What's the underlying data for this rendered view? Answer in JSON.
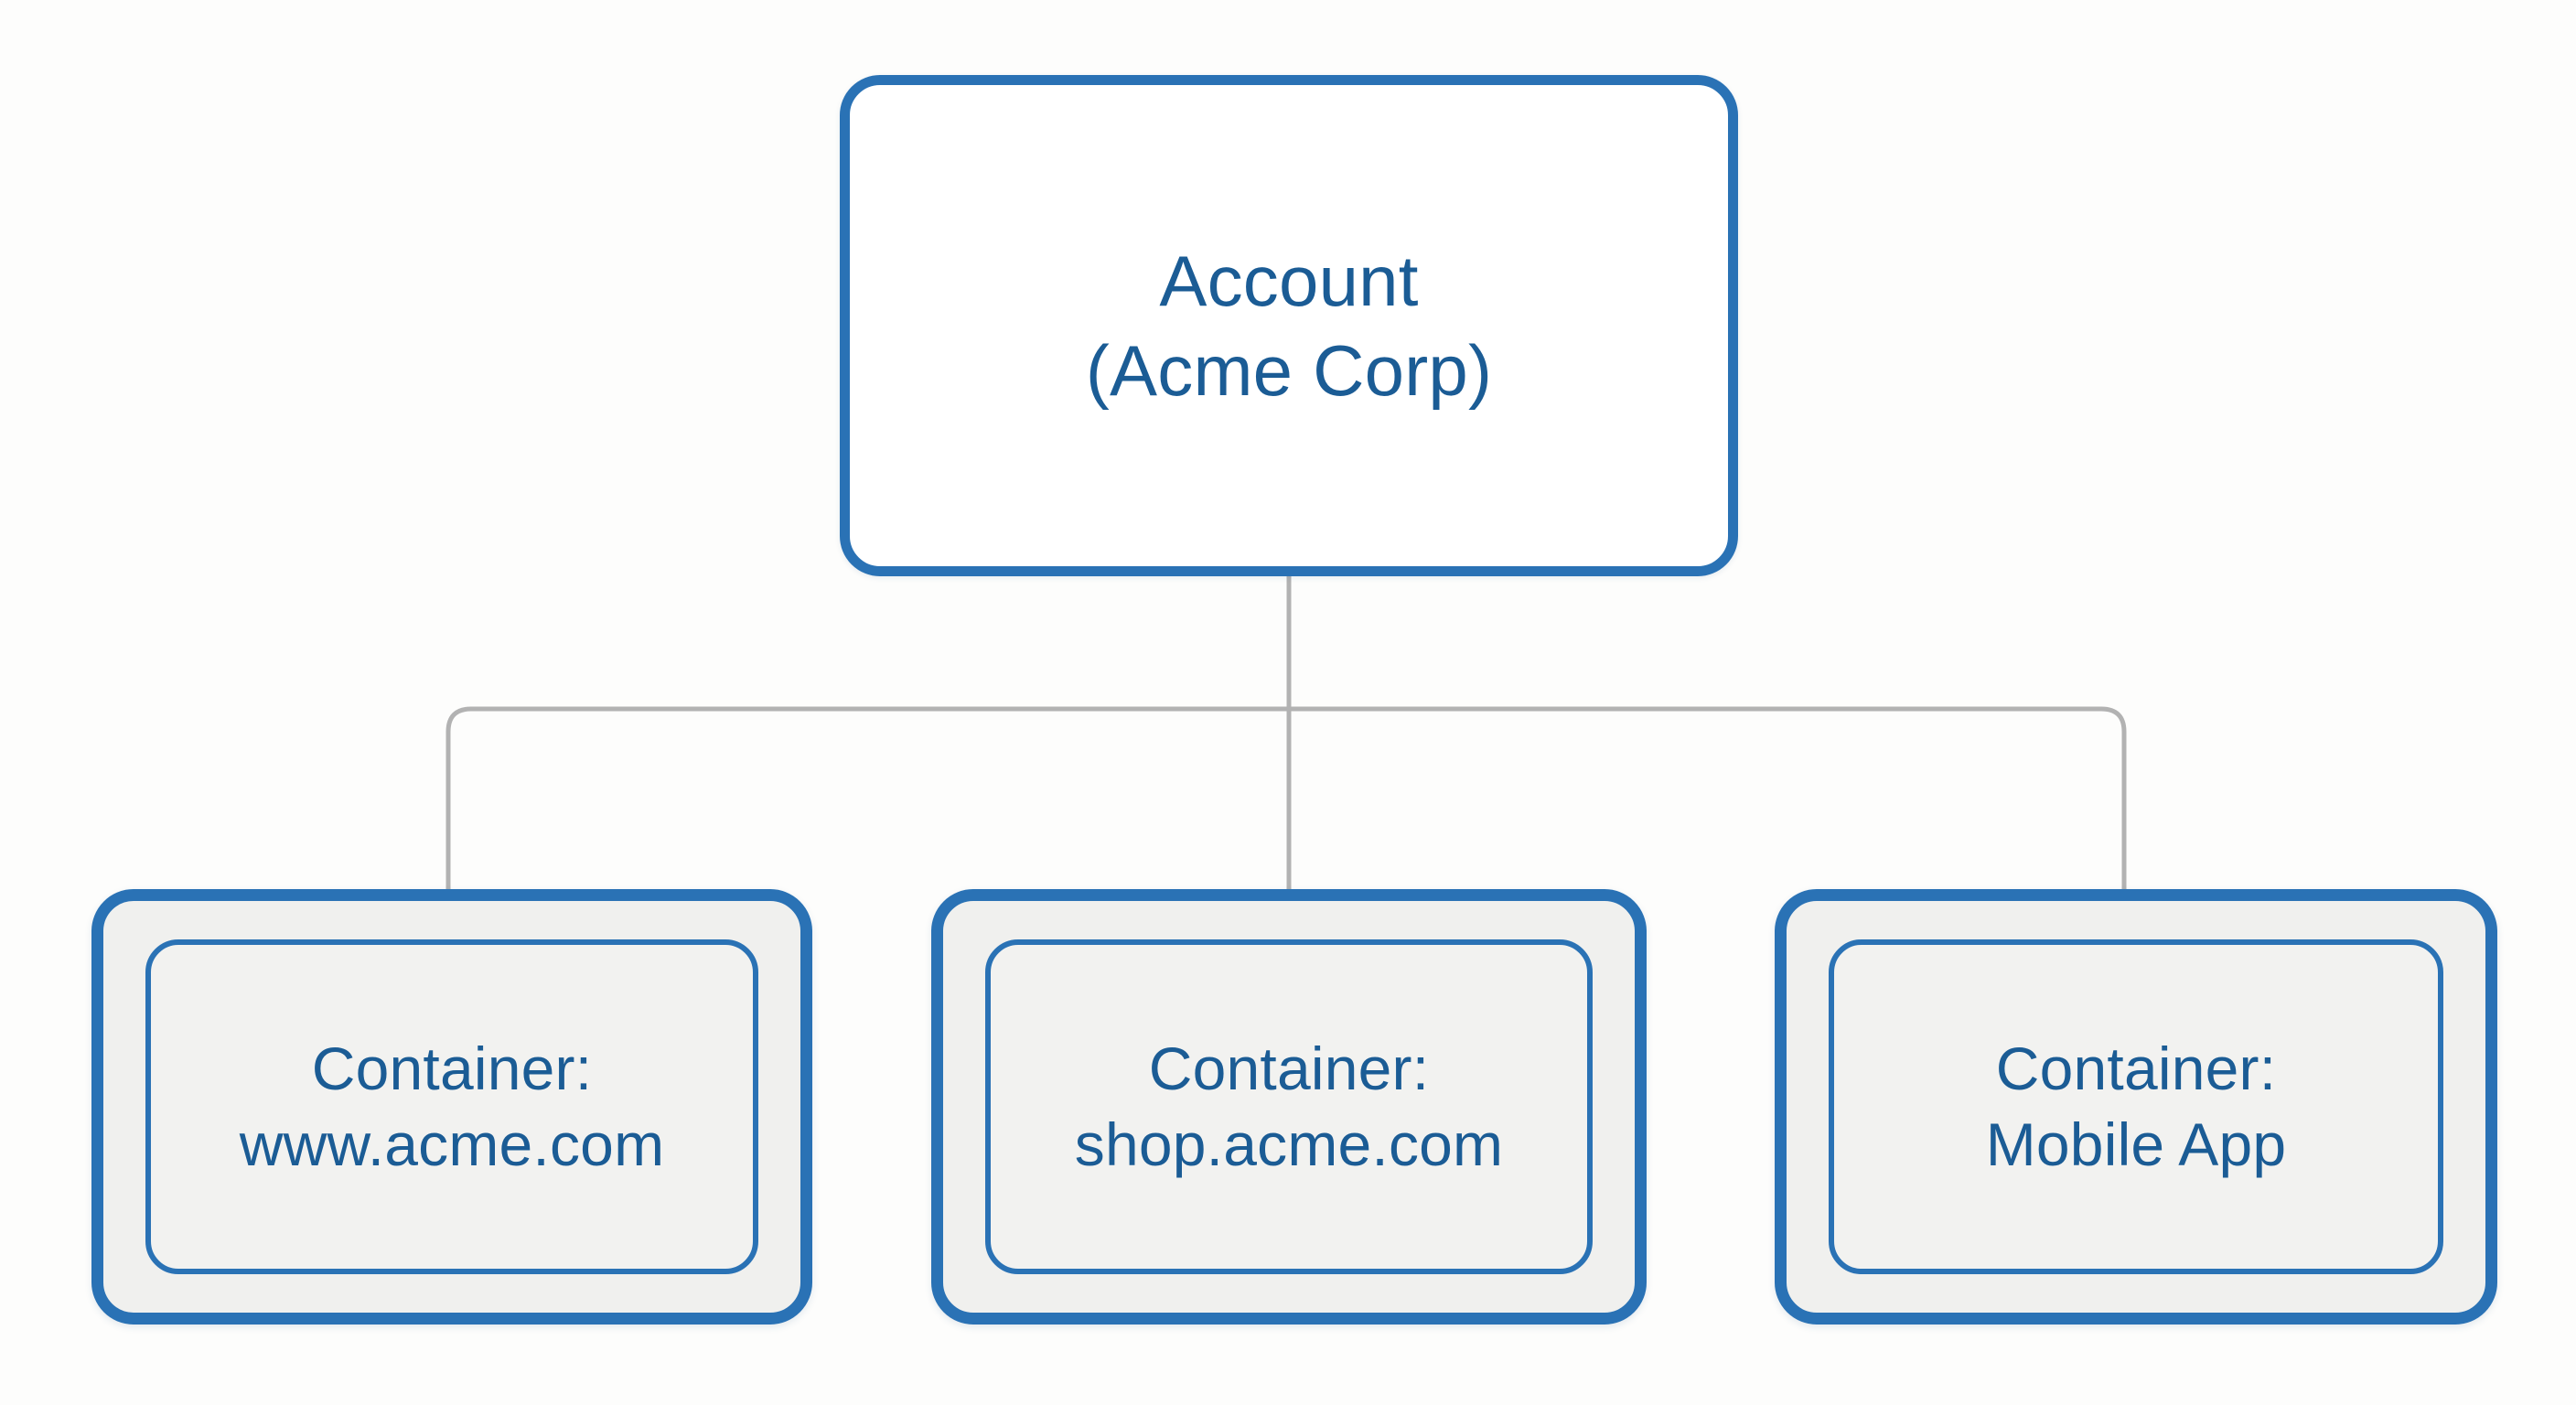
{
  "diagram": {
    "type": "hierarchy-tree",
    "orientation": "top-down",
    "background_color": "#fdfdfc",
    "accent_color": "#2a72b5",
    "text_color": "#1b5c95",
    "connector_color": "#b2b2b2",
    "node_fill_root": "#ffffff",
    "node_fill_container": "#f0f0ee",
    "node_fill_container_inner": "#f2f2f0"
  },
  "root": {
    "id": "account",
    "line1": "Account",
    "line2": "(Acme Corp)",
    "label": "Account\n(Acme Corp)"
  },
  "children": [
    {
      "id": "container-www",
      "line1": "Container:",
      "line2": "www.acme.com",
      "label": "Container:\nwww.acme.com"
    },
    {
      "id": "container-shop",
      "line1": "Container:",
      "line2": "shop.acme.com",
      "label": "Container:\nshop.acme.com"
    },
    {
      "id": "container-mobile",
      "line1": "Container:",
      "line2": "Mobile App",
      "label": "Container:\nMobile App"
    }
  ]
}
